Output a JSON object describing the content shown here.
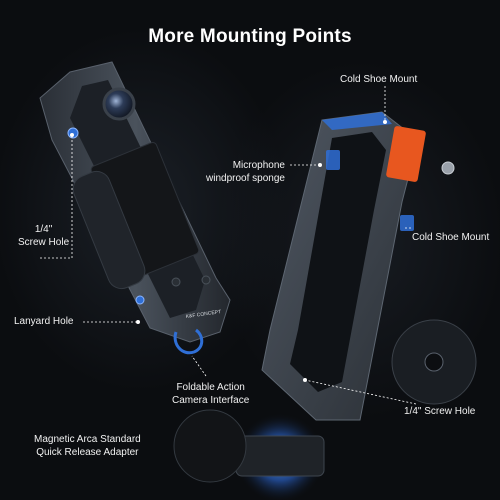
{
  "header": {
    "title": "More Mounting Points"
  },
  "callouts": {
    "cold_shoe_top": "Cold Shoe Mount",
    "microphone_line1": "Microphone",
    "microphone_line2": "windproof sponge",
    "cold_shoe_side": "Cold Shoe Mount",
    "screw_hole_left_line1": "1/4\"",
    "screw_hole_left_line2": "Screw Hole",
    "lanyard_hole": "Lanyard Hole",
    "foldable_line1": "Foldable Action",
    "foldable_line2": "Camera Interface",
    "screw_hole_bottom": "1/4\" Screw Hole",
    "magnetic_line1": "Magnetic Arca Standard",
    "magnetic_line2": "Quick Release Adapter"
  },
  "product": {
    "brand_mark": "K&F CONCEPT"
  },
  "colors": {
    "background": "#0b0d10",
    "cage_metal": "#3c434c",
    "highlight_blue": "#2f6fd6",
    "accent_orange": "#e8571f",
    "text": "#ffffff"
  },
  "icons": {
    "camera_lens": "camera-lens-icon",
    "screw": "screw-icon",
    "magnet_glow": "magnet-glow-icon"
  }
}
